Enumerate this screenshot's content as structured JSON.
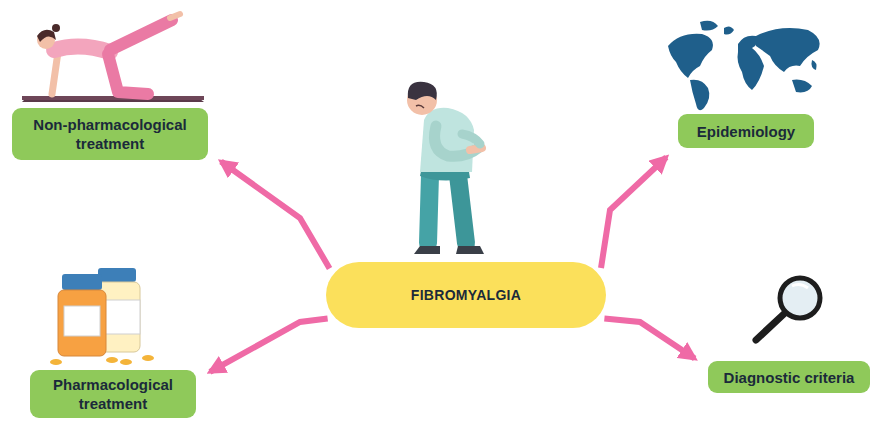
{
  "diagram": {
    "nodes": [
      {
        "text": [
          "Non-pharmacological treatment"
        ]
      },
      {
        "text": [
          "Epidemiology"
        ]
      },
      {
        "text": [
          "FIBROMYALGIA"
        ]
      },
      {
        "text": [
          "Pharmacological treatment"
        ]
      },
      {
        "text": [
          "Diagnostic criteria"
        ]
      }
    ],
    "edges": [
      {
        "from": 2,
        "to": 0,
        "arrow": "to"
      },
      {
        "from": 2,
        "to": 1,
        "arrow": "to"
      },
      {
        "from": 2,
        "to": 3,
        "arrow": "to"
      },
      {
        "from": 2,
        "to": 4,
        "arrow": "to"
      }
    ]
  }
}
